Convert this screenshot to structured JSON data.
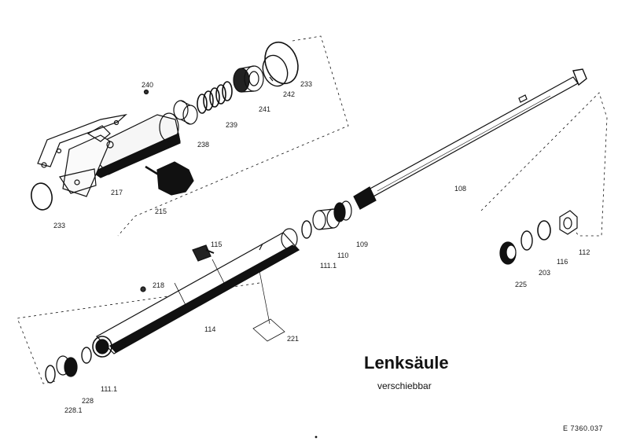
{
  "title": "Lenksäule",
  "subtitle": "verschiebbar",
  "document_number": "E  7360.037",
  "part_labels": [
    {
      "key": "240",
      "text": "240"
    },
    {
      "key": "241",
      "text": "241"
    },
    {
      "key": "242",
      "text": "242"
    },
    {
      "key": "233a",
      "text": "233"
    },
    {
      "key": "238",
      "text": "238"
    },
    {
      "key": "239",
      "text": "239"
    },
    {
      "key": "217",
      "text": "217"
    },
    {
      "key": "215",
      "text": "215"
    },
    {
      "key": "233b",
      "text": "233"
    },
    {
      "key": "108",
      "text": "108"
    },
    {
      "key": "115",
      "text": "115"
    },
    {
      "key": "109",
      "text": "109"
    },
    {
      "key": "110",
      "text": "110"
    },
    {
      "key": "111_1a",
      "text": "111.1"
    },
    {
      "key": "218",
      "text": "218"
    },
    {
      "key": "114",
      "text": "114"
    },
    {
      "key": "221",
      "text": "221"
    },
    {
      "key": "111_1b",
      "text": "111.1"
    },
    {
      "key": "228",
      "text": "228"
    },
    {
      "key": "228_1",
      "text": "228.1"
    },
    {
      "key": "112",
      "text": "112"
    },
    {
      "key": "116",
      "text": "116"
    },
    {
      "key": "203",
      "text": "203"
    },
    {
      "key": "225",
      "text": "225"
    }
  ]
}
